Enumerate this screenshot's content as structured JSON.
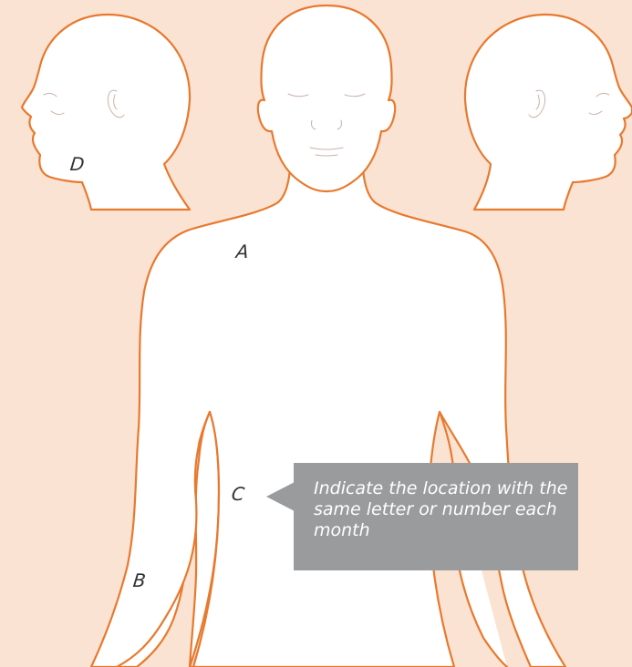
{
  "markers": {
    "a": "A",
    "b": "B",
    "c": "C",
    "d": "D"
  },
  "callout": {
    "text": "Indicate the location with the same letter or number each month"
  },
  "colors": {
    "background": "#fbe3d3",
    "outline": "#e8792e",
    "callout": "#9a9b9d"
  }
}
